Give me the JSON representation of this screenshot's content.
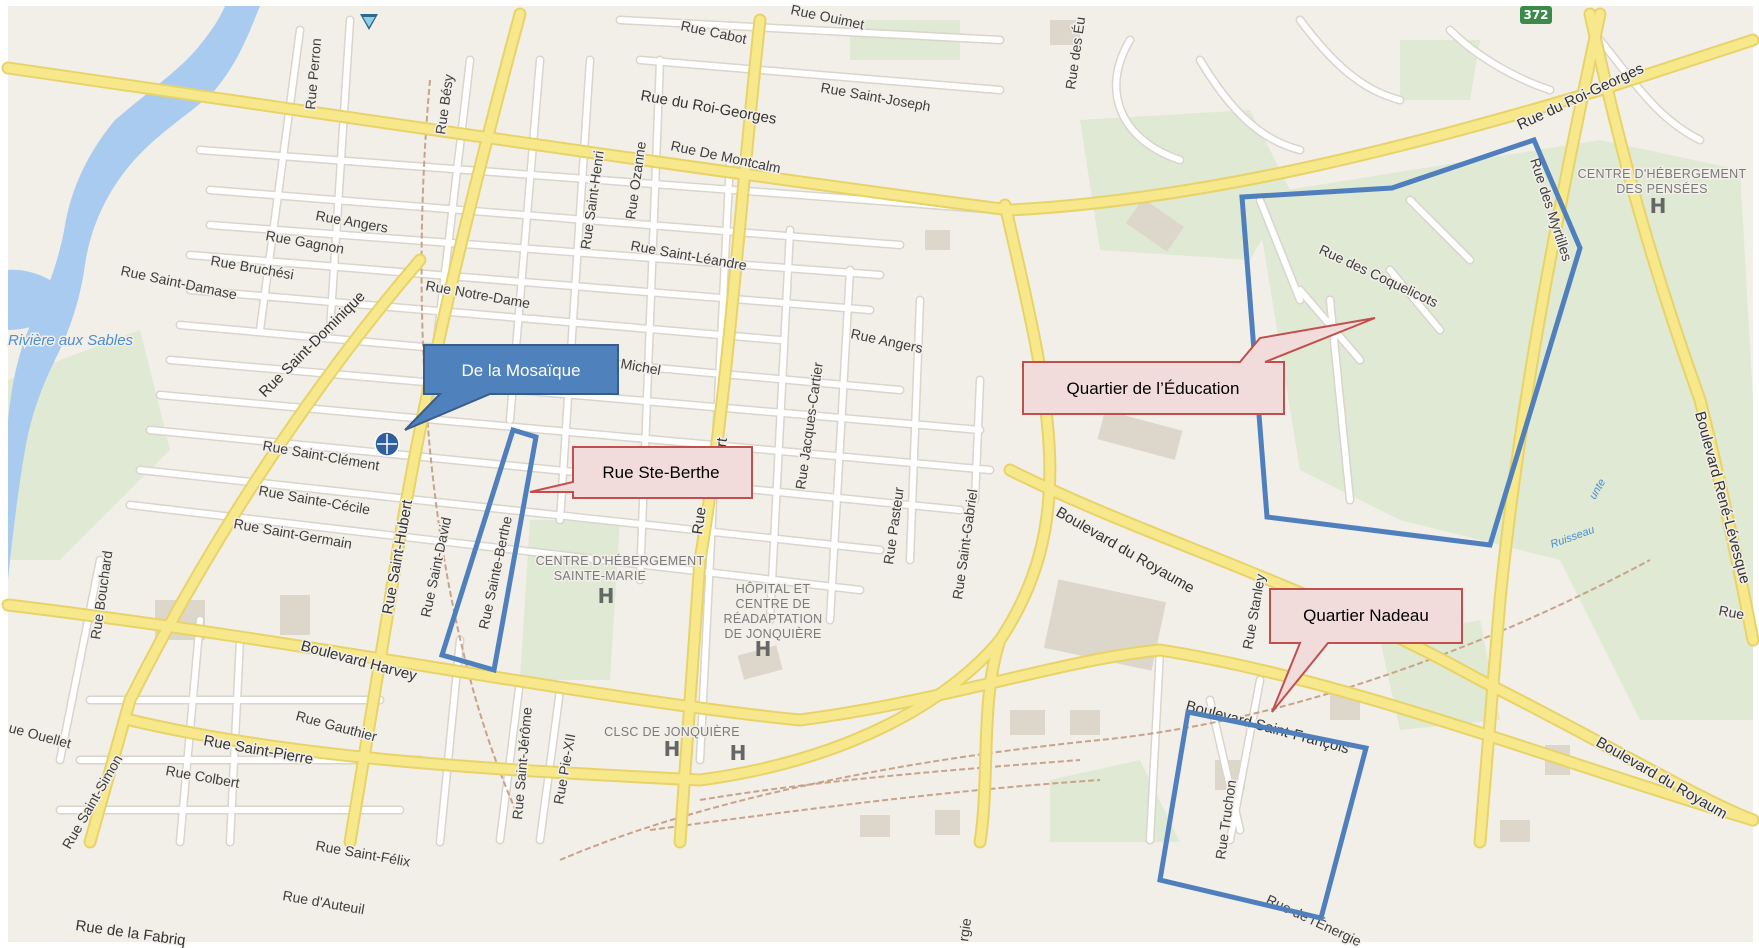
{
  "colors": {
    "land": "#f2efe9",
    "park": "#dfe9d3",
    "road_major": "#f7e98b",
    "road_major_casing": "#e8d36a",
    "road_minor": "#ffffff",
    "road_minor_casing": "#d9d5cc",
    "water": "#a9cbf0",
    "building": "#ddd6cb",
    "highlight_blue": "#4f80bd",
    "callout_red_border": "#c0504d",
    "callout_red_fill": "#f2dcdb",
    "callout_blue_fill": "#4f81bd",
    "rail": "#c9a28a"
  },
  "callouts": {
    "mosaique": "De la Mosaïque",
    "ste_berthe": "Rue Ste-Berthe",
    "education": "Quartier de l’Éducation",
    "nadeau": "Quartier Nadeau"
  },
  "shield": "372",
  "labels": {
    "cabot": "Rue Cabot",
    "ouimet": "Rue Ouimet",
    "roi_georges_w": "Rue du Roi-Georges",
    "roi_georges_e": "Rue du Roi-Georges",
    "saint_joseph": "Rue Saint-Joseph",
    "montcalm": "Rue De Montcalm",
    "des_eu": "Rue des Éu",
    "perron": "Rue Perron",
    "besy": "Rue Bésy",
    "angers_w": "Rue Angers",
    "gagnon": "Rue Gagnon",
    "bruchesi": "Rue Bruchési",
    "damase": "Rue Saint-Damase",
    "saint_henri": "Rue Saint-Henri",
    "ozanne": "Rue Ozanne",
    "leandre": "Rue Saint-Léandre",
    "notre_dame": "Rue Notre-Dame",
    "angers_e": "Rue Angers",
    "michel": "Michel",
    "dominique": "Rue Saint-Dominique",
    "riviere": "Rivière aux Sables",
    "clement": "Rue Saint-Clément",
    "cecile": "Rue Sainte-Cécile",
    "germain": "Rue Saint-Germain",
    "hubert": "Rue Saint-Hubert",
    "david": "Rue Saint-David",
    "sainte_berthe": "Rue Sainte-Berthe",
    "jacques_cartier": "Rue Jacques-Cartier",
    "pasteur": "Rue Pasteur",
    "gabriel": "Rue Saint-Gabriel",
    "fort": "fort",
    "rue_stub": "Rue",
    "bouchard": "Rue Bouchard",
    "harvey": "Boulevard Harvey",
    "gauthier": "Rue Gauthier",
    "ouellet": "ue Ouellet",
    "pierre": "Rue Saint-Pierre",
    "colbert": "Rue Colbert",
    "simon": "Rue Saint-Simon",
    "jerome": "Rue Saint-Jérôme",
    "pie_xii": "Rue Pie-XII",
    "felix": "Rue Saint-Félix",
    "auteuil": "Rue d'Auteuil",
    "fabrique": "Rue de la Fabriq",
    "royaume_w": "Boulevard du Royaume",
    "royaume_e": "Boulevard du Royaum",
    "stanley": "Rue Stanley",
    "francois": "Boulevard Saint-François",
    "truchon": "Rue Truchon",
    "energie": "Rue de l'Énergie",
    "coquelicots": "Rue des Coquelicots",
    "myrtilles": "Rue des Myrtilles",
    "rene_levesque": "Boulevard René-Lévesque",
    "rue_e": "Rue",
    "ruisseau": "Ruisseau",
    "rogie": "rgie",
    "ste_marie_1": "CENTRE D'HÉBERGEMENT",
    "ste_marie_2": "SAINTE-MARIE",
    "hopital_1": "HÔPITAL ET",
    "hopital_2": "CENTRE DE",
    "hopital_3": "RÉADAPTATION",
    "hopital_4": "DE JONQUIÈRE",
    "clsc": "CLSC DE JONQUIÈRE",
    "pensees_1": "CENTRE D'HÉBERGEMENT",
    "pensees_2": "DES PENSÉES",
    "hospital_symbol": "H",
    "stream": "unte"
  }
}
